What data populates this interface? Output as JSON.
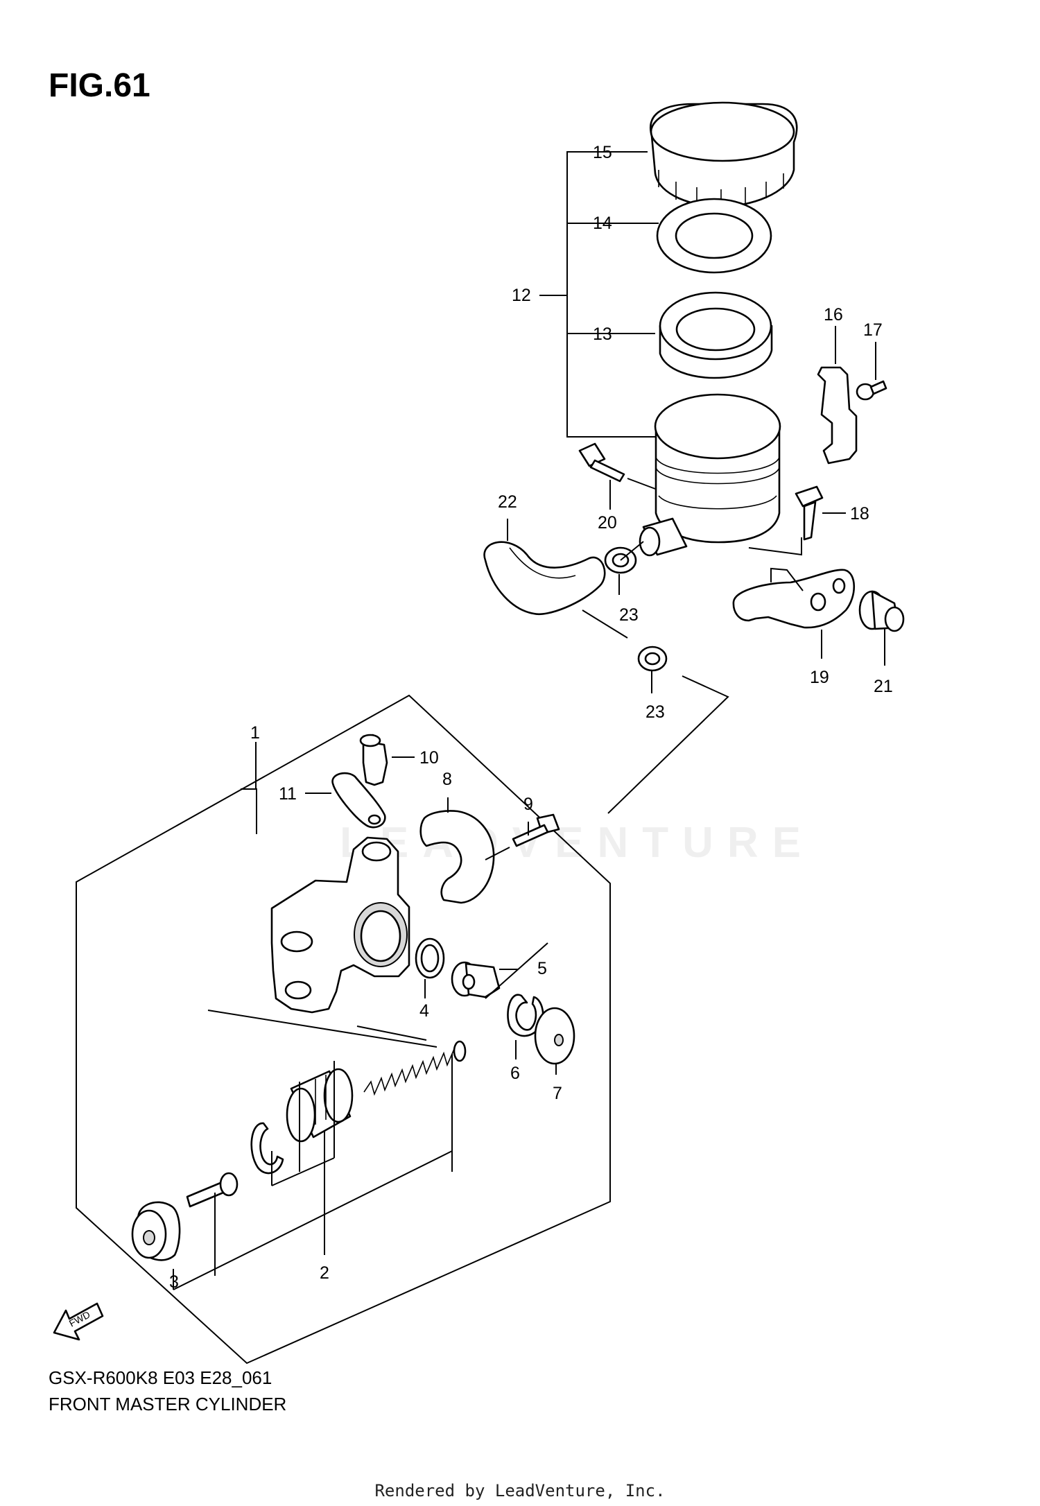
{
  "figure": {
    "title": "FIG.61"
  },
  "footer": {
    "model_code": "GSX-R600K8 E03 E28_061",
    "title": "FRONT MASTER CYLINDER"
  },
  "credit": "Rendered by LeadVenture, Inc.",
  "watermark": "LEADVENTURE",
  "callouts": [
    {
      "id": "c1",
      "label": "1"
    },
    {
      "id": "c2",
      "label": "2"
    },
    {
      "id": "c3",
      "label": "3"
    },
    {
      "id": "c4",
      "label": "4"
    },
    {
      "id": "c5",
      "label": "5"
    },
    {
      "id": "c6",
      "label": "6"
    },
    {
      "id": "c7",
      "label": "7"
    },
    {
      "id": "c8",
      "label": "8"
    },
    {
      "id": "c9",
      "label": "9"
    },
    {
      "id": "c10",
      "label": "10"
    },
    {
      "id": "c11",
      "label": "11"
    },
    {
      "id": "c12",
      "label": "12"
    },
    {
      "id": "c13",
      "label": "13"
    },
    {
      "id": "c14",
      "label": "14"
    },
    {
      "id": "c15",
      "label": "15"
    },
    {
      "id": "c16",
      "label": "16"
    },
    {
      "id": "c17",
      "label": "17"
    },
    {
      "id": "c18",
      "label": "18"
    },
    {
      "id": "c19",
      "label": "19"
    },
    {
      "id": "c20",
      "label": "20"
    },
    {
      "id": "c21",
      "label": "21"
    },
    {
      "id": "c22",
      "label": "22"
    },
    {
      "id": "c23a",
      "label": "23"
    },
    {
      "id": "c23b",
      "label": "23"
    }
  ],
  "fwd_arrow": {
    "label": "FWD",
    "icon": "fwd-arrow-icon"
  }
}
